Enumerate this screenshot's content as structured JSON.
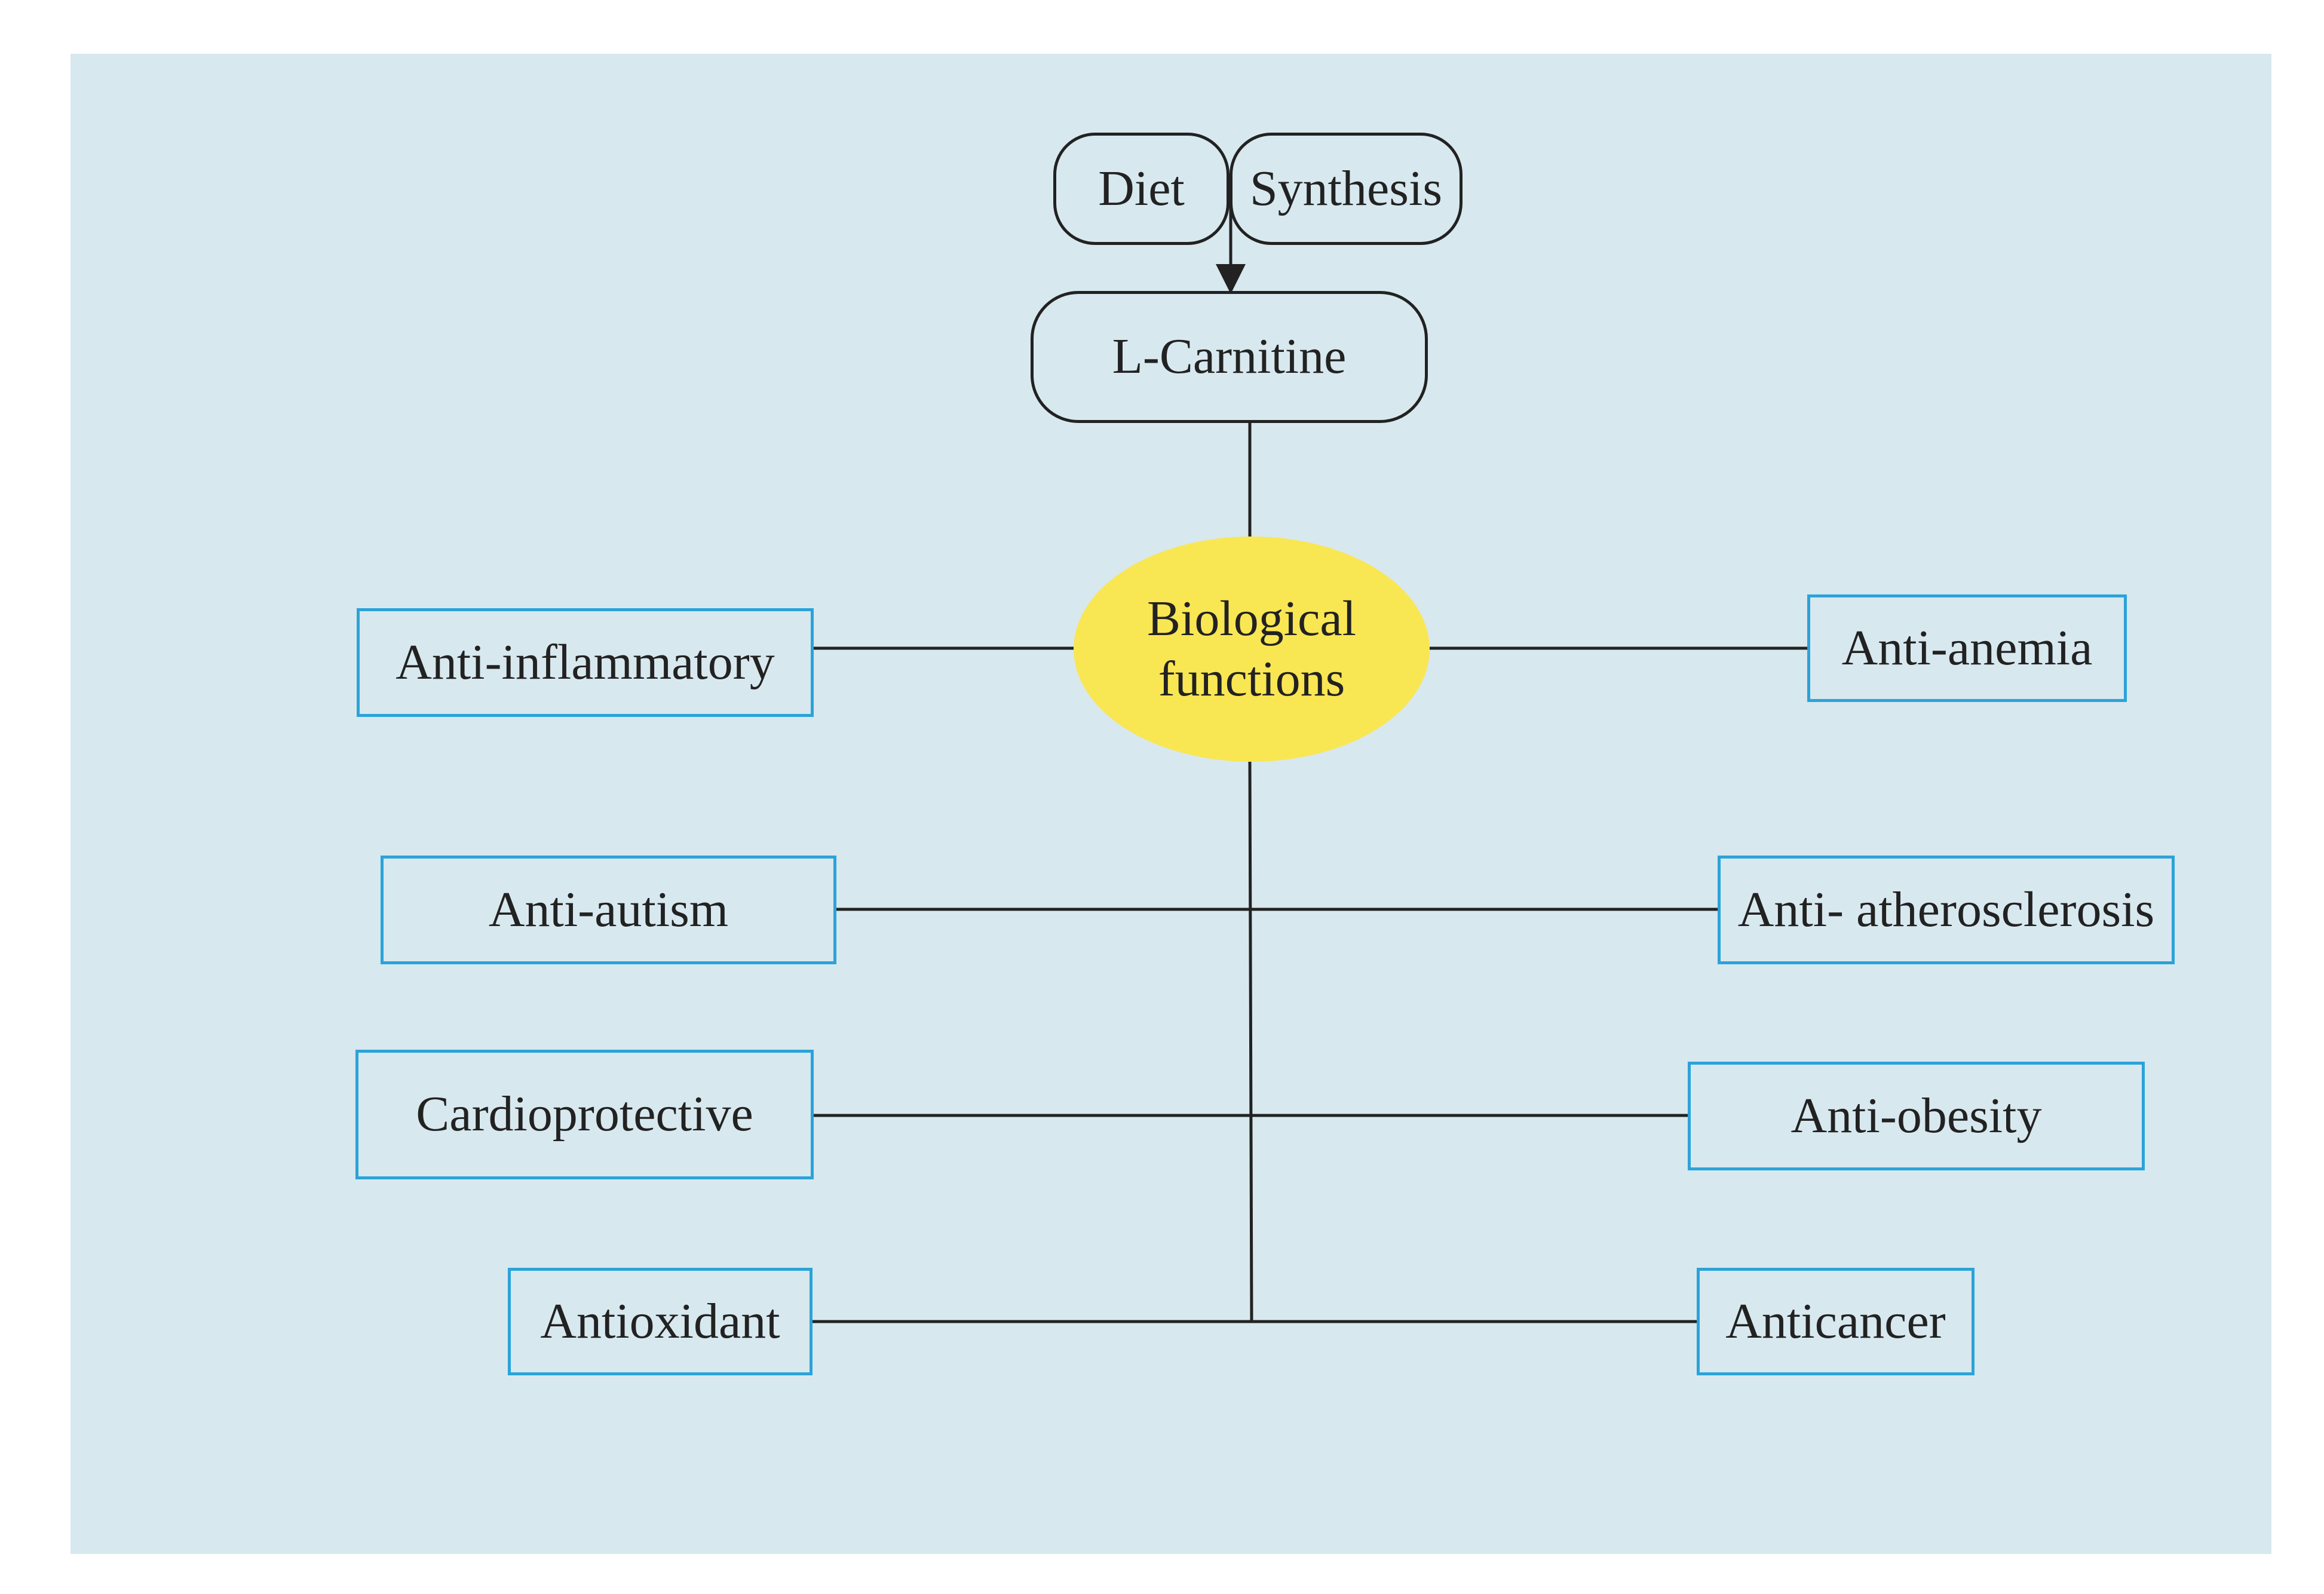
{
  "colors": {
    "background": "#ffffff",
    "panel": "#d8e8ef",
    "line": "#222222",
    "hub_fill": "#f9e653",
    "function_border": "#2ba3d9",
    "text": "#222222"
  },
  "sources": {
    "diet": "Diet",
    "synthesis": "Synthesis"
  },
  "main_node": "L-Carnitine",
  "hub": {
    "line1": "Biological",
    "line2": "functions"
  },
  "functions": {
    "left": [
      "Anti-inflammatory",
      "Anti-autism",
      "Cardioprotective",
      "Antioxidant"
    ],
    "right": [
      "Anti-anemia",
      "Anti- atherosclerosis",
      "Anti-obesity",
      "Anticancer"
    ]
  }
}
